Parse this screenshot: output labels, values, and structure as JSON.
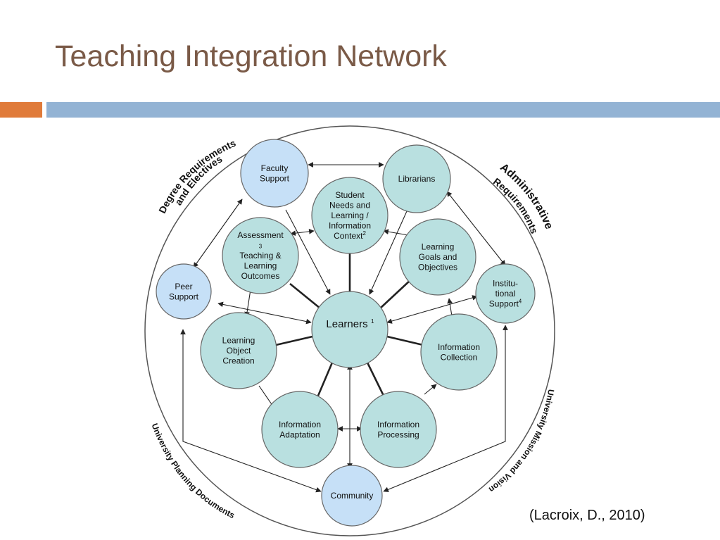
{
  "title": "Teaching Integration Network",
  "citation": "(Lacroix, D., 2010)",
  "colors": {
    "title": "#7a5a47",
    "accent_bar": "#e07b3a",
    "main_bar": "#93b3d4",
    "node_teal": "#b9e0e0",
    "node_blue": "#c6e0f7",
    "outline": "#666666"
  },
  "nodes": {
    "learners": {
      "label": "Learners",
      "sup": "1"
    },
    "faculty": {
      "lines": [
        "Faculty",
        "Support"
      ]
    },
    "librarians": {
      "lines": [
        "Librarians"
      ]
    },
    "student_needs": {
      "lines": [
        "Student",
        "Needs and",
        "Learning /",
        "Information",
        "Context"
      ],
      "sup": "2"
    },
    "assessment": {
      "lines": [
        "Assessment",
        "3",
        "Teaching &",
        "Learning",
        "Outcomes"
      ]
    },
    "goals": {
      "lines": [
        "Learning",
        "Goals and",
        "Objectives"
      ]
    },
    "peer": {
      "lines": [
        "Peer",
        "Support"
      ]
    },
    "institutional": {
      "lines": [
        "Institu-",
        "tional",
        "Support"
      ],
      "sup": "4"
    },
    "object_creation": {
      "lines": [
        "Learning",
        "Object",
        "Creation"
      ]
    },
    "collection": {
      "lines": [
        "Information",
        "Collection"
      ]
    },
    "adaptation": {
      "lines": [
        "Information",
        "Adaptation"
      ]
    },
    "processing": {
      "lines": [
        "Information",
        "Processing"
      ]
    },
    "community": {
      "lines": [
        "Community"
      ]
    }
  },
  "ring_labels": {
    "degree": [
      "Degree Requirements",
      "and Electives"
    ],
    "administrative": [
      "Administrative",
      "Requirements"
    ],
    "mission": "University Mission and Vision",
    "planning": "University Planning Documents"
  }
}
